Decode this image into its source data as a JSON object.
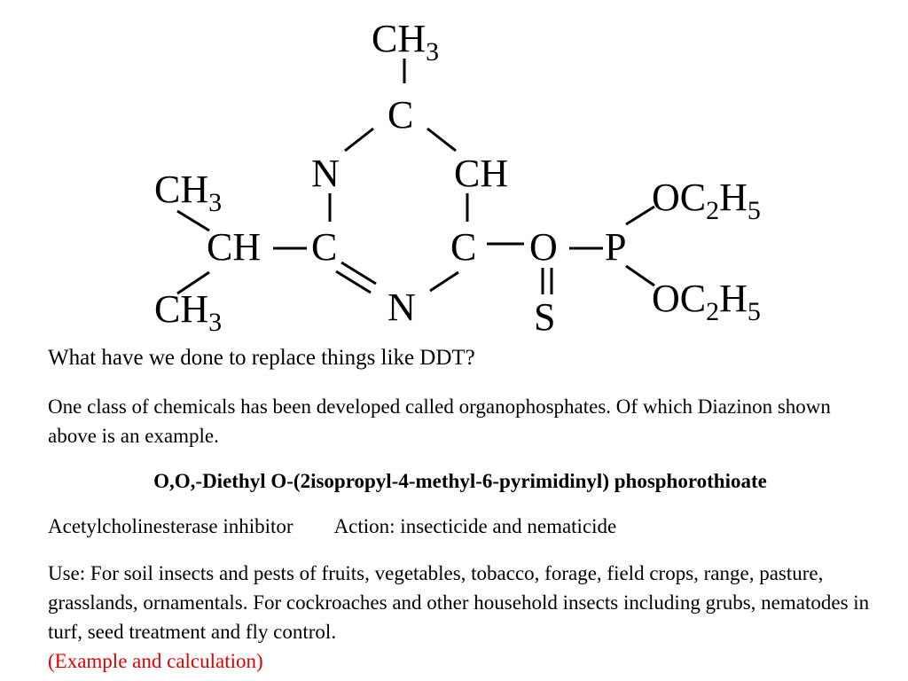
{
  "molecule": {
    "atoms": {
      "top_methyl": {
        "main": "CH",
        "sub": "3"
      },
      "ring_c_top": "C",
      "ring_n_left": "N",
      "ring_ch_right": "CH",
      "ring_c_left": "C",
      "ring_c_right": "C",
      "ring_n_bottom": "N",
      "isopropyl_ch": "CH",
      "isopropyl_methyl_top": {
        "main": "CH",
        "sub": "3"
      },
      "isopropyl_methyl_bottom": {
        "main": "CH",
        "sub": "3"
      },
      "ester_o": "O",
      "phosphorus": "P",
      "sulfur": "S",
      "ethoxy_top": {
        "a": "OC",
        "sub1": "2",
        "b": "H",
        "sub2": "5"
      },
      "ethoxy_bottom": {
        "a": "OC",
        "sub1": "2",
        "b": "H",
        "sub2": "5"
      }
    }
  },
  "text": {
    "question": "What have we done to replace things like DDT?",
    "intro": "One class of chemicals  has been developed called organophosphates.  Of which Diazinon shown above is an example.",
    "iupac_name": "O,O,-Diethyl O-(2isopropyl-4-methyl-6-pyrimidinyl) phosphorothioate",
    "inhibitor": "Acetylcholinesterase inhibitor",
    "action": "Action: insecticide and nematicide",
    "use": "Use: For soil insects and pests of fruits, vegetables, tobacco, forage, field crops, range, pasture, grasslands, ornamentals.  For cockroaches and other household insects including grubs, nematodes in turf, seed treatment and fly control.",
    "example_link": "(Example and calculation)"
  },
  "colors": {
    "text": "#000000",
    "link": "#e00000",
    "background": "#ffffff"
  }
}
